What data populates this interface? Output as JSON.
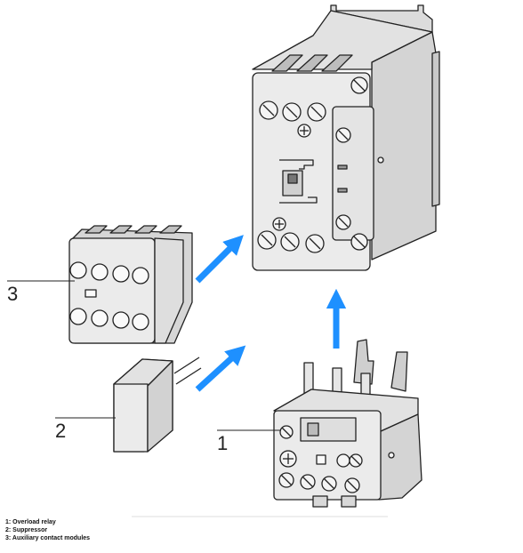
{
  "callouts": {
    "overload_relay": "1",
    "suppressor": "2",
    "auxiliary_contact_modules": "3"
  },
  "legend": [
    "1: Overload relay",
    "2: Suppressor",
    "3: Auxiliary contact modules"
  ],
  "colors": {
    "arrow": "#1e90ff",
    "device_fill": "#ebebeb",
    "device_side": "#d4d4d4",
    "outline": "#222222"
  }
}
